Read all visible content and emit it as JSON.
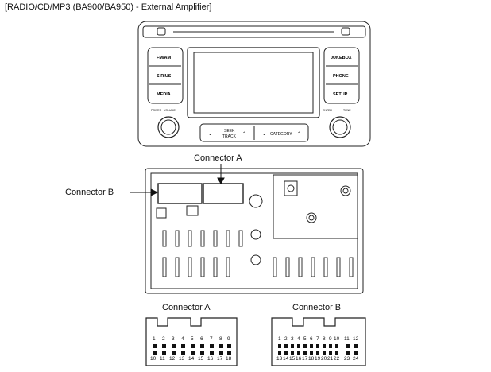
{
  "title": "[RADIO/CD/MP3 (BA900/BA950) - External Amplifier]",
  "front_panel": {
    "buttons_left": [
      "FM/AM",
      "SIRIUS",
      "MEDIA"
    ],
    "buttons_right": [
      "JUKEBOX",
      "PHONE",
      "SETUP"
    ],
    "knob_left_labels": [
      "POWER",
      "VOLUME"
    ],
    "knob_right_labels": [
      "ENTER",
      "TUNE"
    ],
    "bottom_left_label": "SEEK",
    "bottom_left_sub": "TRACK",
    "bottom_right_label": "CATEGORY"
  },
  "rear_panel": {
    "connector_a_callout": "Connector A",
    "connector_b_callout": "Connector B"
  },
  "connector_a": {
    "label": "Connector A",
    "top_pins": [
      "1",
      "2",
      "3",
      "4",
      "5",
      "6",
      "7",
      "8",
      "9"
    ],
    "bottom_pins": [
      "10",
      "11",
      "12",
      "13",
      "14",
      "15",
      "16",
      "17",
      "18"
    ]
  },
  "connector_b": {
    "label": "Connector B",
    "top_pins": [
      "1",
      "2",
      "3",
      "4",
      "5",
      "6",
      "7",
      "8",
      "9",
      "10",
      "11",
      "12"
    ],
    "bottom_pins": [
      "13",
      "14",
      "15",
      "16",
      "17",
      "18",
      "19",
      "20",
      "21",
      "22",
      "23",
      "24"
    ]
  }
}
